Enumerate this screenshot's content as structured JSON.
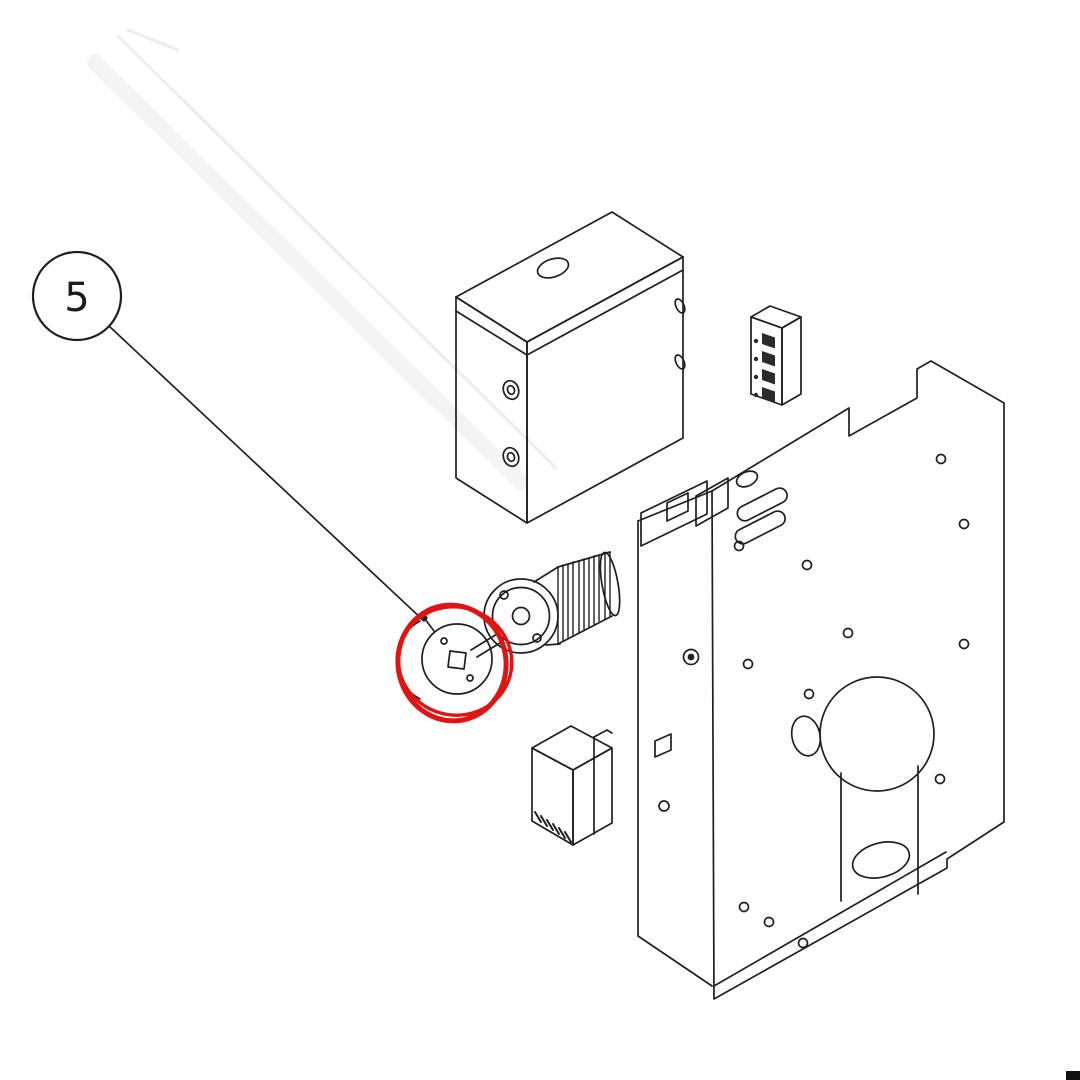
{
  "diagram": {
    "type": "exploded-parts-diagram",
    "callout": {
      "number": "5"
    },
    "colors": {
      "line": "#1f1f1f",
      "highlight": "#e11414",
      "background": "#ffffff"
    },
    "parts": {
      "callout_balloon": "item-5 balloon",
      "highlighted_part": "coupling disc circled in red",
      "cover_box": "cover box with top hole",
      "motor": "motor with laminated stack",
      "terminal_block": "terminal block connector",
      "mounting_plate": "mounting plate with holes",
      "small_block": "small mounting block"
    }
  }
}
